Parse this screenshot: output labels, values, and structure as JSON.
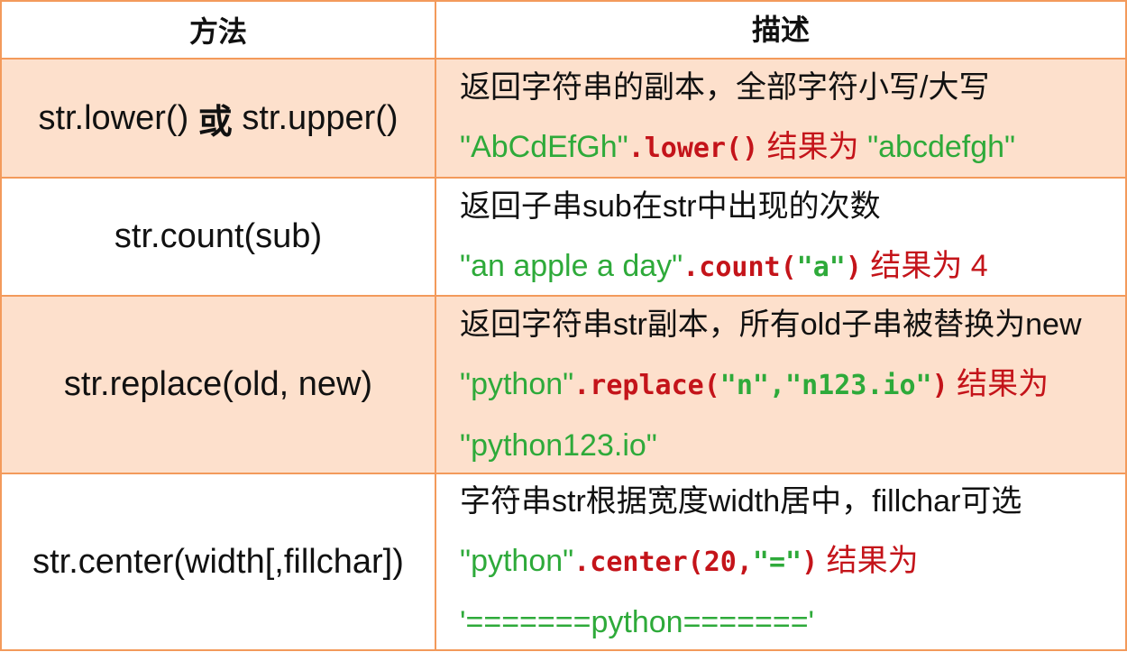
{
  "header": {
    "method": "方法",
    "description": "描述"
  },
  "rows": [
    {
      "method_a": "str.lower()",
      "method_or": "或",
      "method_b": "str.upper()",
      "desc_line1": "返回字符串的副本，全部字符小写/大写",
      "ex_str": "\"AbCdEfGh\"",
      "ex_code": ".lower()",
      "ex_result_label": " 结果为 ",
      "ex_result": "\"abcdefgh\""
    },
    {
      "method": "str.count(sub)",
      "desc_line1": "返回子串sub在str中出现的次数",
      "ex_str": "\"an apple a day\"",
      "ex_code_a": ".count(",
      "ex_arg": "\"a\"",
      "ex_code_b": ")",
      "ex_result_label": " 结果为 4"
    },
    {
      "method": "str.replace(old, new)",
      "desc_line1": "返回字符串str副本，所有old子串被替换为new",
      "ex_str": "\"python\"",
      "ex_code_a": ".replace(",
      "ex_arg1": "\"n\"",
      "ex_comma": ",",
      "ex_arg2": "\"n123.io\"",
      "ex_code_b": ")",
      "ex_result_label": " 结果为",
      "ex_result": "\"python123.io\""
    },
    {
      "method": "str.center(width[,fillchar])",
      "desc_line1": "字符串str根据宽度width居中，fillchar可选",
      "ex_str": "\"python\"",
      "ex_code_a": ".center(20,",
      "ex_arg": "\"=\"",
      "ex_code_b": ")",
      "ex_result_label": " 结果为",
      "ex_result": "'=======python======='"
    }
  ]
}
